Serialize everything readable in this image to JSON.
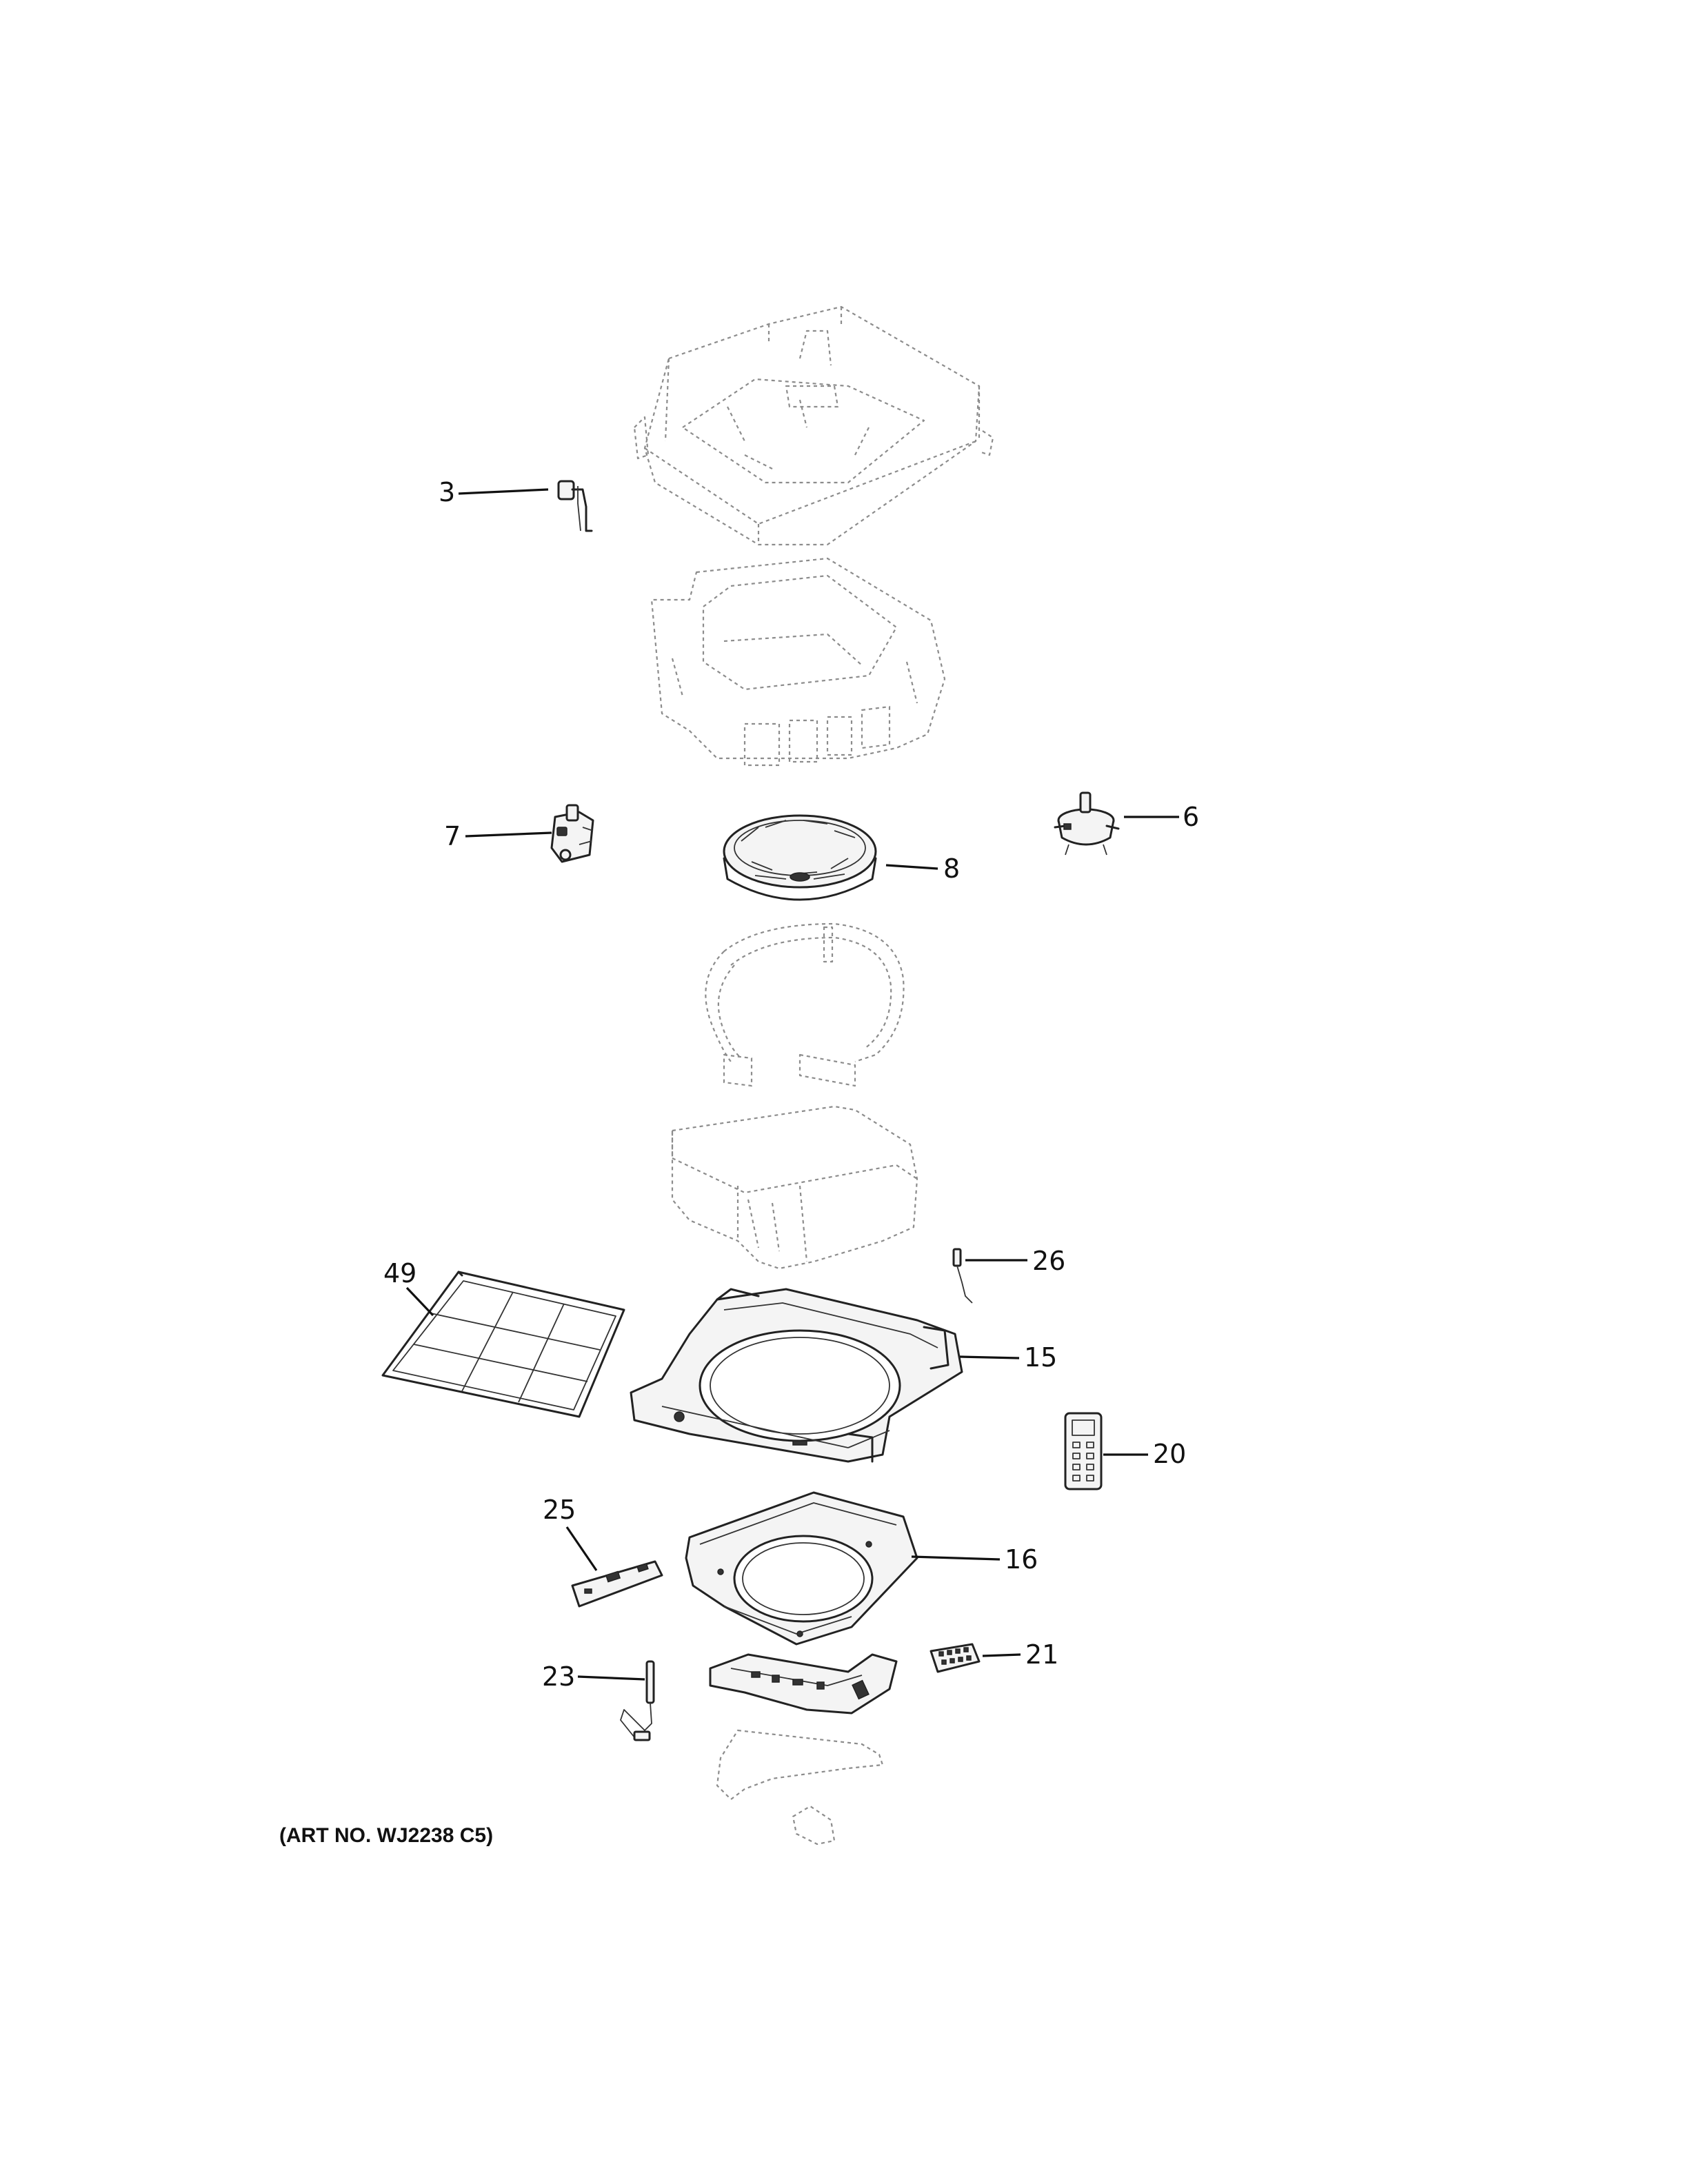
{
  "caption": "(ART NO. WJ2238 C5)",
  "callouts": [
    {
      "id": "3",
      "label": "3"
    },
    {
      "id": "7",
      "label": "7"
    },
    {
      "id": "6",
      "label": "6"
    },
    {
      "id": "8",
      "label": "8"
    },
    {
      "id": "26",
      "label": "26"
    },
    {
      "id": "49",
      "label": "49"
    },
    {
      "id": "15",
      "label": "15"
    },
    {
      "id": "20",
      "label": "20"
    },
    {
      "id": "25",
      "label": "25"
    },
    {
      "id": "16",
      "label": "16"
    },
    {
      "id": "21",
      "label": "21"
    },
    {
      "id": "23",
      "label": "23"
    }
  ]
}
